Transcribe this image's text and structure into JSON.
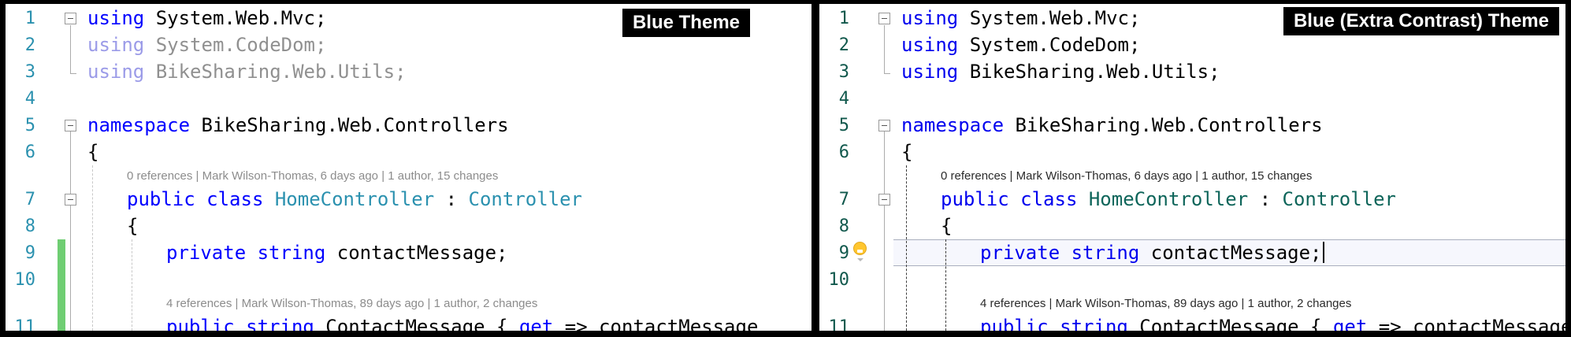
{
  "panels": [
    {
      "label": "Blue Theme",
      "colors": {
        "num": "#2B91AF",
        "kw": "#0000FF",
        "type": "#2B91AF",
        "fkw": "#9B9BE8",
        "ftext": "#909090",
        "lens": "#8C8C8C",
        "guide": "#C8C8C8",
        "bar": "#6FCE73"
      },
      "rows": [
        {
          "kind": "code",
          "n": "1",
          "fold": true,
          "ind": 0,
          "seg": [
            [
              "k",
              "using"
            ],
            [
              "p",
              " System.Web.Mvc;"
            ]
          ]
        },
        {
          "kind": "code",
          "n": "2",
          "ind": 0,
          "seg": [
            [
              "fk",
              "using"
            ],
            [
              "fp",
              " System.CodeDom;"
            ]
          ]
        },
        {
          "kind": "code",
          "n": "3",
          "ind": 0,
          "seg": [
            [
              "fk",
              "using"
            ],
            [
              "fp",
              " BikeSharing.Web.Utils;"
            ]
          ]
        },
        {
          "kind": "code",
          "n": "4",
          "ind": 0,
          "seg": []
        },
        {
          "kind": "code",
          "n": "5",
          "fold": true,
          "ind": 0,
          "seg": [
            [
              "k",
              "namespace"
            ],
            [
              "p",
              " BikeSharing.Web.Controllers"
            ]
          ]
        },
        {
          "kind": "code",
          "n": "6",
          "ind": 0,
          "seg": [
            [
              "p",
              "{"
            ]
          ]
        },
        {
          "kind": "lens",
          "ind": 1,
          "seg": [
            [
              "lens",
              "0 references | Mark Wilson-Thomas, 6 days ago | 1 author, 15 changes"
            ]
          ]
        },
        {
          "kind": "code",
          "n": "7",
          "fold": true,
          "ind": 1,
          "seg": [
            [
              "k",
              "public"
            ],
            [
              "p",
              " "
            ],
            [
              "k",
              "class"
            ],
            [
              "p",
              " "
            ],
            [
              "t",
              "HomeController"
            ],
            [
              "p",
              " : "
            ],
            [
              "t",
              "Controller"
            ]
          ]
        },
        {
          "kind": "code",
          "n": "8",
          "ind": 1,
          "seg": [
            [
              "p",
              "{"
            ]
          ]
        },
        {
          "kind": "code",
          "n": "9",
          "ind": 2,
          "seg": [
            [
              "k",
              "private"
            ],
            [
              "p",
              " "
            ],
            [
              "k",
              "string"
            ],
            [
              "p",
              " contactMessage;"
            ]
          ]
        },
        {
          "kind": "code",
          "n": "10",
          "ind": 2,
          "seg": []
        },
        {
          "kind": "lens",
          "ind": 2,
          "seg": [
            [
              "lens",
              "4 references | Mark Wilson-Thomas, 89 days ago | 1 author, 2 changes"
            ]
          ]
        },
        {
          "kind": "code",
          "n": "11",
          "ind": 2,
          "seg": [
            [
              "k",
              "public"
            ],
            [
              "p",
              " "
            ],
            [
              "k",
              "string"
            ],
            [
              "p",
              " ContactMessage { "
            ],
            [
              "k",
              "get"
            ],
            [
              "p",
              " => contactMessage"
            ]
          ]
        }
      ]
    },
    {
      "label": "Blue (Extra Contrast) Theme",
      "colors": {
        "num": "#10584C",
        "kw": "#0000EE",
        "type": "#0E655A",
        "fkw": "#0000EE",
        "ftext": "#000000",
        "lens": "#2B2B2B",
        "guide": "#3C3C3C",
        "bar": "#6FCE73"
      },
      "rows": [
        {
          "kind": "code",
          "n": "1",
          "fold": true,
          "ind": 0,
          "seg": [
            [
              "k",
              "using"
            ],
            [
              "p",
              " System.Web.Mvc;"
            ]
          ]
        },
        {
          "kind": "code",
          "n": "2",
          "ind": 0,
          "seg": [
            [
              "k",
              "using"
            ],
            [
              "p",
              " System.CodeDom;"
            ]
          ]
        },
        {
          "kind": "code",
          "n": "3",
          "ind": 0,
          "seg": [
            [
              "k",
              "using"
            ],
            [
              "p",
              " BikeSharing.Web.Utils;"
            ]
          ]
        },
        {
          "kind": "code",
          "n": "4",
          "ind": 0,
          "seg": []
        },
        {
          "kind": "code",
          "n": "5",
          "fold": true,
          "ind": 0,
          "seg": [
            [
              "k",
              "namespace"
            ],
            [
              "p",
              " BikeSharing.Web.Controllers"
            ]
          ]
        },
        {
          "kind": "code",
          "n": "6",
          "ind": 0,
          "seg": [
            [
              "p",
              "{"
            ]
          ]
        },
        {
          "kind": "lens",
          "ind": 1,
          "seg": [
            [
              "lens",
              "0 references | Mark Wilson-Thomas, 6 days ago | 1 author, 15 changes"
            ]
          ]
        },
        {
          "kind": "code",
          "n": "7",
          "fold": true,
          "ind": 1,
          "seg": [
            [
              "k",
              "public"
            ],
            [
              "p",
              " "
            ],
            [
              "k",
              "class"
            ],
            [
              "p",
              " "
            ],
            [
              "t",
              "HomeController"
            ],
            [
              "p",
              " : "
            ],
            [
              "t",
              "Controller"
            ]
          ]
        },
        {
          "kind": "code",
          "n": "8",
          "ind": 1,
          "seg": [
            [
              "p",
              "{"
            ]
          ]
        },
        {
          "kind": "code",
          "n": "9",
          "ind": 2,
          "bulb": true,
          "caret": true,
          "seg": [
            [
              "k",
              "private"
            ],
            [
              "p",
              " "
            ],
            [
              "k",
              "string"
            ],
            [
              "p",
              " contactMessage;"
            ]
          ]
        },
        {
          "kind": "code",
          "n": "10",
          "ind": 2,
          "seg": []
        },
        {
          "kind": "lens",
          "ind": 2,
          "seg": [
            [
              "lens",
              "4 references | Mark Wilson-Thomas, 89 days ago | 1 author, 2 changes"
            ]
          ]
        },
        {
          "kind": "code",
          "n": "11",
          "ind": 2,
          "seg": [
            [
              "k",
              "public"
            ],
            [
              "p",
              " "
            ],
            [
              "k",
              "string"
            ],
            [
              "p",
              " ContactMessage { "
            ],
            [
              "k",
              "get"
            ],
            [
              "p",
              " => contactMessage"
            ]
          ]
        }
      ]
    }
  ]
}
